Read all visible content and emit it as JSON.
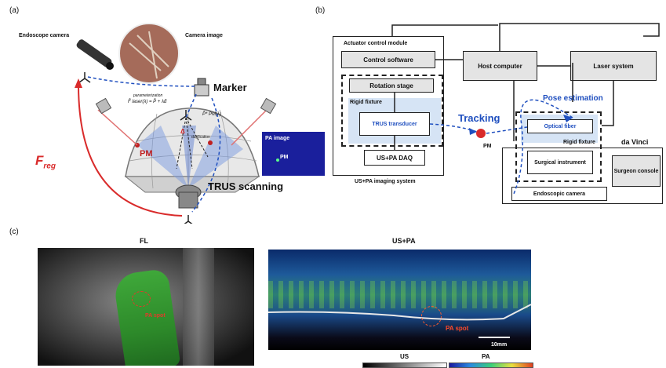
{
  "panel_a": {
    "tag": "(a)",
    "endoscope_camera": "Endoscope camera",
    "camera_image": "Camera image",
    "marker": "Marker",
    "formula": "F̄ laser(λ) = P̄ + λd̄",
    "formula_note": "parameterization",
    "p_star": "P̄* PM(λ)",
    "duplication": "duplication",
    "delta": "Δ",
    "pm": "PM",
    "f_reg": "F",
    "f_reg_sub": "reg",
    "trus_scanning": "TRUS scanning",
    "pa_image": "PA image",
    "pa_pm": "PM"
  },
  "panel_b": {
    "tag": "(b)",
    "actuator_module": "Actuator control module",
    "control_software": "Control software",
    "host_computer": "Host computer",
    "laser_system": "Laser system",
    "rotation_stage": "Rotation stage",
    "rigid_fixture_left": "Rigid fixture",
    "trus_transducer": "TRUS transducer",
    "us_pa_daq": "US+PA DAQ",
    "us_pa_imaging": "US+PA imaging system",
    "tracking": "Tracking",
    "pm": "PM",
    "pose_estimation": "Pose estimation",
    "optical_fiber": "Optical fiber",
    "rigid_fixture_right": "Rigid fixture",
    "surgical_instrument": "Surgical instrument",
    "da_vinci": "da Vinci",
    "surgeon_console": "Surgeon console",
    "endoscopic_camera": "Endoscopic camera",
    "colors": {
      "blue": "#1f4fbf",
      "red": "#d92b2b",
      "fill": "#d6e4f5"
    }
  },
  "panel_c": {
    "tag": "(c)",
    "fl_title": "FL",
    "uspa_title": "US+PA",
    "fl_spot": "PA spot",
    "uspa_spot": "PA spot",
    "scalebar": "10mm",
    "us_colorbar": "US",
    "pa_colorbar": "PA"
  }
}
